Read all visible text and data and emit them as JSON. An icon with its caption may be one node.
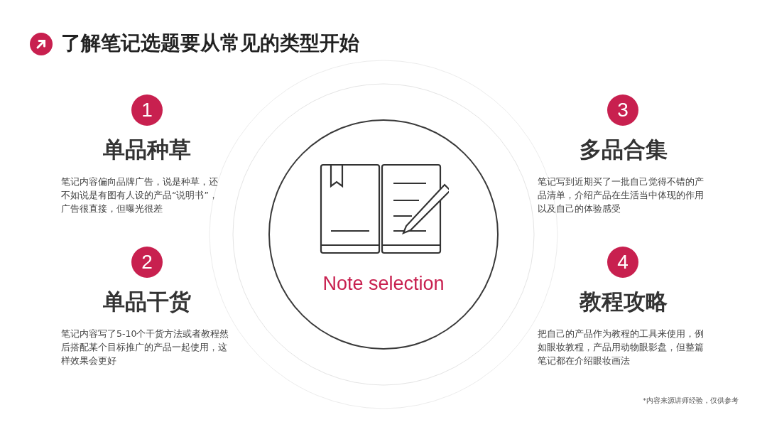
{
  "diagram": {
    "title": "了解笔记选题要从常见的类型开始",
    "nodes": [
      {
        "text": [
          "1"
        ],
        "beside": [
          "单品种草",
          "笔记内容偏向品牌广告，说是种草，还不如说是有图有人设的产品“说明书”，广告很直接，但曝光很差"
        ]
      },
      {
        "text": [
          "3"
        ],
        "beside": [
          "多品合集",
          "笔记写到近期买了一批自己觉得不错的产品清单，介绍产品在生活当中体现的作用以及自己的体验感受"
        ]
      },
      {
        "text": [
          "Note selection"
        ]
      },
      {
        "text": [
          "2"
        ],
        "beside": [
          "单品干货",
          "笔记内容写了5-10个干货方法或者教程然后搭配某个目标推广的产品一起使用，这样效果会更好"
        ]
      },
      {
        "text": [
          "4"
        ],
        "beside": [
          "教程攻略",
          "把自己的产品作为教程的工具来使用，例如眼妆教程，产品用动物眼影盘，但整篇笔记都在介绍眼妆画法"
        ]
      }
    ],
    "caption": "*内容来源讲师经验，仅供参考"
  }
}
